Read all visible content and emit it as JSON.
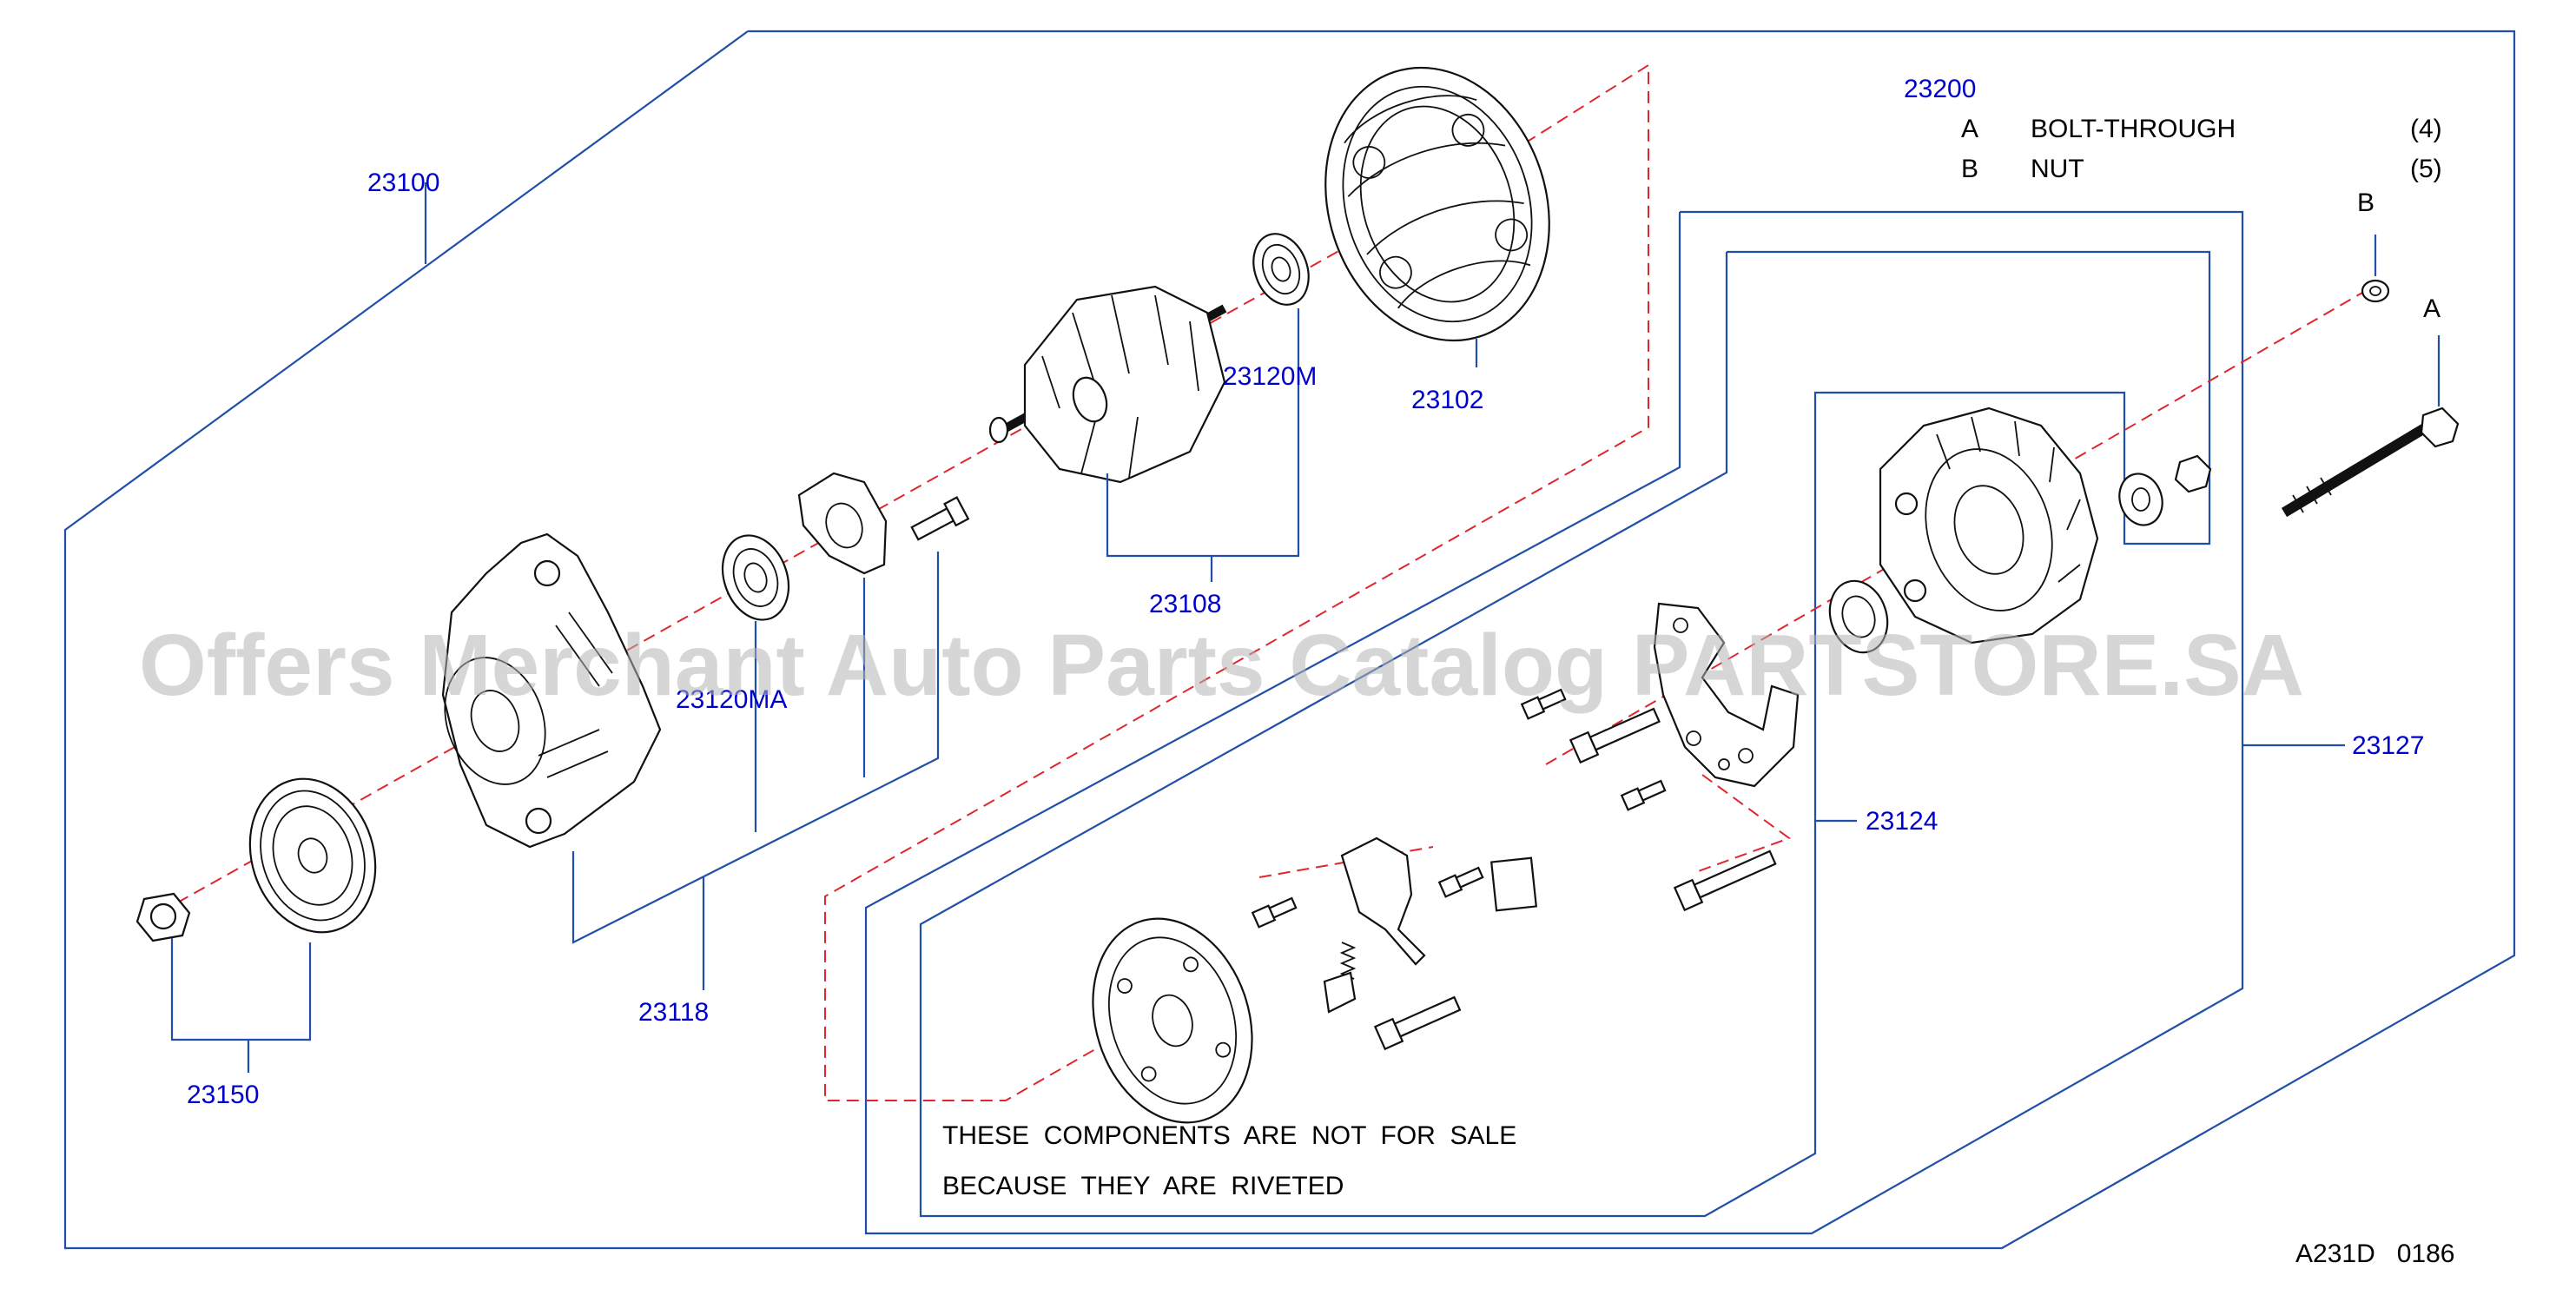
{
  "diagram": {
    "part_numbers": {
      "p23100": "23100",
      "p23102": "23102",
      "p23120M": "23120M",
      "p23108": "23108",
      "p23120MA": "23120MA",
      "p23118": "23118",
      "p23150": "23150",
      "p23127": "23127",
      "p23124": "23124",
      "p23200": "23200"
    },
    "legend": [
      {
        "key": "A",
        "name": "BOLT-THROUGH",
        "qty": "(4)"
      },
      {
        "key": "B",
        "name": "NUT",
        "qty": "(5)"
      }
    ],
    "callouts": {
      "a": "A",
      "b": "B"
    },
    "note_line1": "THESE  COMPONENTS  ARE  NOT  FOR  SALE",
    "note_line2": "BECAUSE  THEY  ARE  RIVETED",
    "drawing_code": "A231D   0186",
    "watermark": "Offers Merchant Auto Parts Catalog PARTSTORE.SA",
    "colors": {
      "part_number": "#0000cc",
      "frame": "#1f4fa8",
      "axis": "#e0262c"
    }
  }
}
